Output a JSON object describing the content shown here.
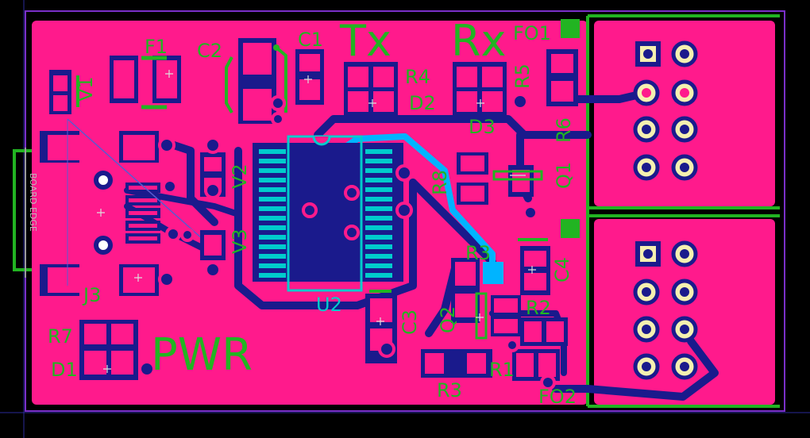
{
  "colors": {
    "background": "#000000",
    "copper_top": "#ff1a8c",
    "copper_bottom": "#1a1a8c",
    "silkscreen": "#22b422",
    "pad": "#00cccc",
    "highlight": "#00b4ff",
    "hole_ring": "#f5f0b0",
    "outline": "#7a2fc8"
  },
  "labels": {
    "f1": "F1",
    "c2": "C2",
    "c1": "C1",
    "tx": "Tx",
    "rx": "Rx",
    "fo1": "FO1",
    "r4": "R4",
    "d2": "D2",
    "r5": "R5",
    "d3": "D3",
    "r6": "R6",
    "q1": "Q1",
    "v1": "V1",
    "v2": "V2",
    "v3": "V3",
    "r8": "R8",
    "j3": "J3",
    "u2": "U2",
    "c3": "C3",
    "r3_top": "R3",
    "c4": "C4",
    "q2": "Q2",
    "r2": "R2",
    "r1": "R1",
    "r3_bottom": "R3",
    "fo2": "FO2",
    "r7": "R7",
    "d1": "D1",
    "pwr": "PWR",
    "board_edge": "BOARD EDGE"
  }
}
